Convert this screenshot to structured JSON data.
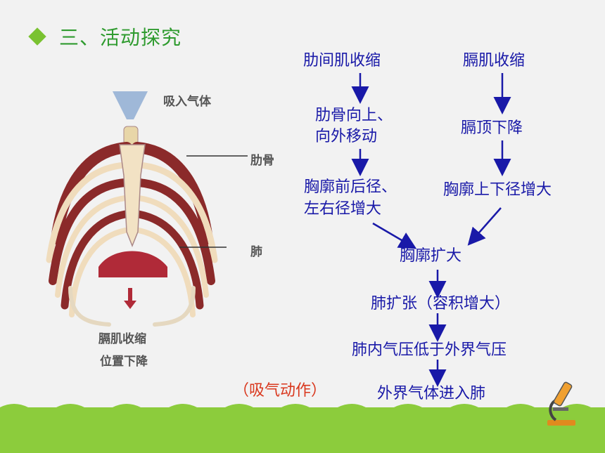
{
  "header": {
    "title": "三、活动探究"
  },
  "illustration": {
    "inhale_label": "吸入气体",
    "rib_label": "肋骨",
    "lung_label": "肺",
    "diaphragm_label_1": "膈肌收缩",
    "diaphragm_label_2": "位置下降"
  },
  "flow": {
    "left_1": "肋间肌收缩",
    "left_2a": "肋骨向上、",
    "left_2b": "向外移动",
    "left_3a": "胸廓前后径、",
    "left_3b": "左右径增大",
    "right_1": "膈肌收缩",
    "right_2": "膈顶下降",
    "right_3": "胸廓上下径增大",
    "merge": "胸廓扩大",
    "step_lung": "肺扩张（容积增大）",
    "step_pressure": "肺内气压低于外界气压",
    "step_enter": "外界气体进入肺"
  },
  "caption": "（吸气动作）",
  "colors": {
    "flow_text": "#1919a8",
    "title": "#2f9b2f",
    "caption": "#d9381e",
    "ground": "#8ccc3c"
  }
}
